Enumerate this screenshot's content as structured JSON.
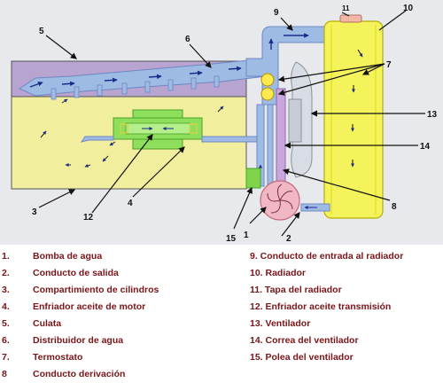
{
  "colors": {
    "background": "#e8e9ec",
    "coolant": "#9ebce3",
    "coolant_edge": "#6f86c4",
    "block": "#f1ee9e",
    "head": "#b8a4d0",
    "oil_cooler": "#8ee05c",
    "radiator": "#f4f35c",
    "pump": "#f2b7c4",
    "thermostat": "#ffe94c",
    "label": "#7a1518",
    "line": "#111111"
  },
  "callouts": {
    "c1": "1",
    "c2": "2",
    "c3": "3",
    "c4": "4",
    "c5": "5",
    "c6": "6",
    "c7": "7",
    "c8": "8",
    "c9": "9",
    "c10": "10",
    "c11": "11",
    "c12": "12",
    "c13": "13",
    "c14": "14",
    "c15": "15"
  },
  "legend": {
    "left": [
      {
        "num": "1.",
        "text": "Bomba de agua"
      },
      {
        "num": "2.",
        "text": "Conducto de salida"
      },
      {
        "num": "3.",
        "text": "Compartimiento de cilindros"
      },
      {
        "num": "4.",
        "text": "Enfriador aceite de motor"
      },
      {
        "num": "5.",
        "text": "Culata"
      },
      {
        "num": "6.",
        "text": "Distribuidor de agua"
      },
      {
        "num": "7.",
        "text": "Termostato"
      },
      {
        "num": "8",
        "text": "Conducto derivación"
      }
    ],
    "right": [
      {
        "text": "9. Conducto de entrada al radiador"
      },
      {
        "text": "10. Radiador"
      },
      {
        "text": "11. Tapa del radiador"
      },
      {
        "text": "12. Enfriador aceite transmisión"
      },
      {
        "text": "13. Ventilador"
      },
      {
        "text": "14. Correa del ventilador"
      },
      {
        "text": "15. Polea del ventilador"
      }
    ]
  }
}
